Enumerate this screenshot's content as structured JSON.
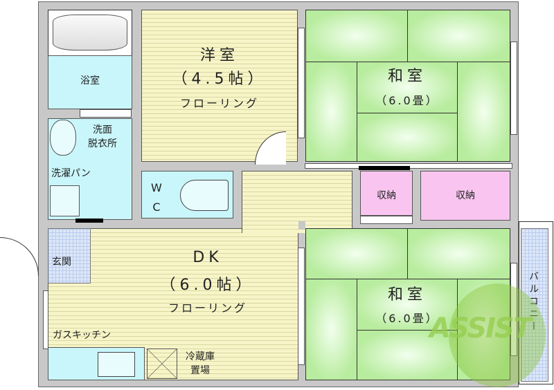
{
  "rooms": {
    "bath": {
      "name": "浴室"
    },
    "washroom": {
      "line1": "洗面",
      "line2": "脱衣所"
    },
    "laundry": {
      "name": "洗濯パン"
    },
    "wc": {
      "line1": "W",
      "line2": "C"
    },
    "western": {
      "name": "洋室",
      "size": "（4.5帖）",
      "floor": "フローリング"
    },
    "japanese_top": {
      "name": "和室",
      "size": "（6.0畳）"
    },
    "storage_left": {
      "name": "収納"
    },
    "storage_right": {
      "name": "収納"
    },
    "entrance": {
      "name": "玄関"
    },
    "dk": {
      "name": "DK",
      "size": "（6.0帖）",
      "floor": "フローリング"
    },
    "kitchen": {
      "name": "ガスキッチン"
    },
    "fridge": {
      "line1": "冷蔵庫",
      "line2": "置場"
    },
    "japanese_bottom": {
      "name": "和室",
      "size": "（6.0畳）"
    },
    "balcony": {
      "name": "バルコニー"
    }
  },
  "watermark": {
    "text": "ASSIST",
    "color": "#8cc63f"
  },
  "colors": {
    "flooring": "#f7f5c8",
    "wet": "#c9f6fb",
    "tatami": "#b8ec9e",
    "storage": "#f9c5f0",
    "wall": "#c8c8c8"
  }
}
